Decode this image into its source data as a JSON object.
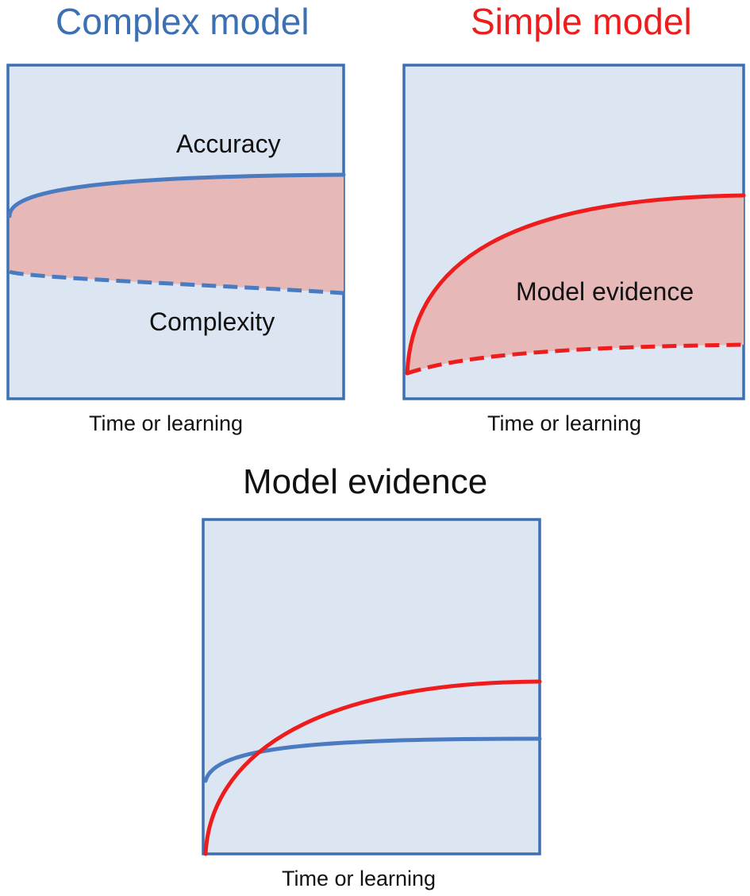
{
  "panels": {
    "complex": {
      "title": "Complex model",
      "upper_label": "Accuracy",
      "lower_label": "Complexity",
      "xlabel": "Time or learning"
    },
    "simple": {
      "title": "Simple model",
      "band_label": "Model evidence",
      "xlabel": "Time or learning"
    },
    "evidence": {
      "title": "Model evidence",
      "xlabel": "Time or learning"
    }
  },
  "colors": {
    "complex_model": "#3d6fb3",
    "simple_model": "#ee1c1c",
    "panel_background": "#dce6f2",
    "evidence_band": "#e6b9b8"
  }
}
